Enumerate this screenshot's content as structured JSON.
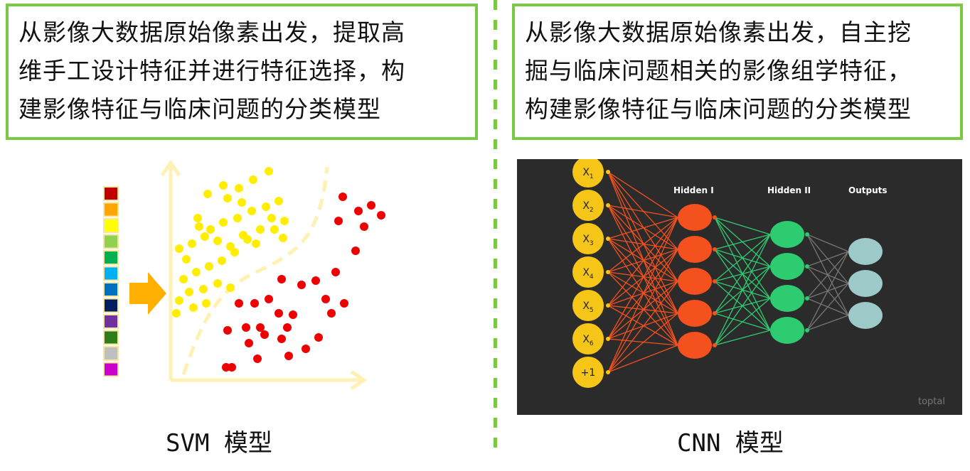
{
  "left_box": {
    "lines": [
      "从影像大数据原始像素出发，提取高",
      "维手工设计特征并进行特征选择，构",
      "建影像特征与临床问题的分类模型"
    ]
  },
  "right_box": {
    "lines": [
      "从影像大数据原始像素出发，自主挖",
      "掘与临床问题相关的影像组学特征，",
      "构建影像特征与临床问题的分类模型"
    ]
  },
  "svm": {
    "caption": "SVM 模型",
    "palette": [
      "#c00000",
      "#ffa500",
      "#ffff00",
      "#92d050",
      "#00b050",
      "#00b0f0",
      "#0070c0",
      "#002060",
      "#7030a0",
      "#2e7d1a",
      "#bfbfbf",
      "#cc00cc"
    ],
    "colors": {
      "yellow_points": "#ffee00",
      "red_points": "#ee0000",
      "arrow": "#ffb000",
      "axes": "#fff0b3",
      "boundary": "#fff0b3"
    }
  },
  "cnn": {
    "caption": "CNN 模型",
    "inputs": [
      "X",
      "X",
      "X",
      "X",
      "X",
      "X",
      "+1"
    ],
    "input_subs": [
      "1",
      "2",
      "3",
      "4",
      "5",
      "6",
      ""
    ],
    "layer_labels": {
      "hidden1": "Hidden I",
      "hidden2": "Hidden II",
      "outputs": "Outputs"
    },
    "watermark": "toptal",
    "colors": {
      "input": "#f5c518",
      "hidden1": "#f4511e",
      "hidden2": "#2ecc71",
      "output": "#9ec9c9",
      "edges1": "#f4511e",
      "edges2": "#2ecc71",
      "edges3": "#777777"
    }
  }
}
